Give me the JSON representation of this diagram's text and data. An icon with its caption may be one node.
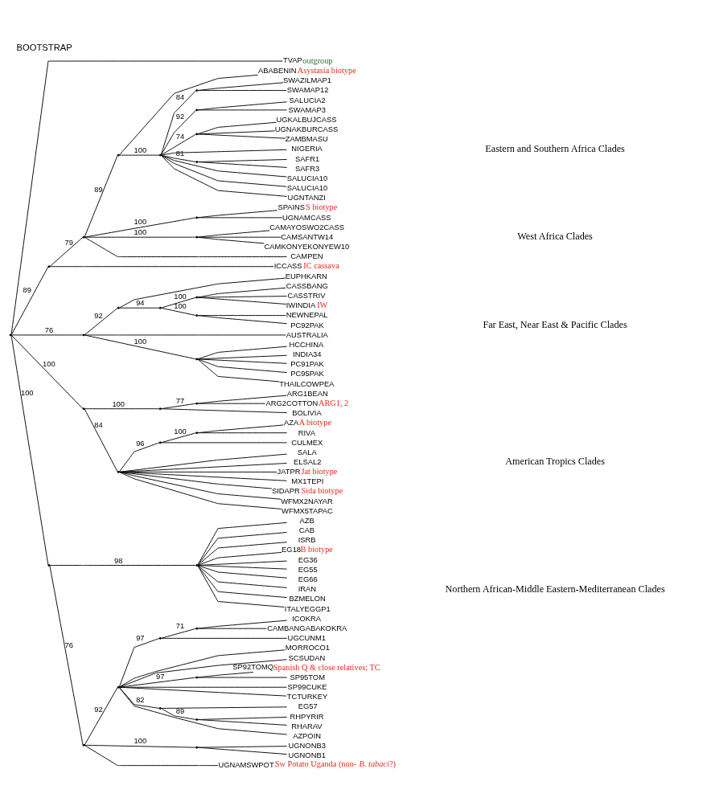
{
  "diagram": {
    "title": "BOOTSTRAP",
    "nodes": [
      {
        "text": [],
        "shape": "point"
      },
      {
        "text": [
          "TVAP"
        ],
        "beside": [
          "outgroup"
        ]
      },
      {
        "text": [],
        "shape": "point"
      },
      {
        "text": [],
        "shape": "point"
      },
      {
        "text": [],
        "shape": "point"
      },
      {
        "text": [
          "ABABENIN"
        ],
        "beside": [
          "Asystasia biotype"
        ]
      },
      {
        "text": [],
        "shape": "point"
      },
      {
        "text": [],
        "shape": "point"
      },
      {
        "text": [
          "SWAZILMAP1"
        ]
      },
      {
        "text": [
          "SWAMAP12"
        ]
      },
      {
        "text": [],
        "shape": "point"
      },
      {
        "text": [
          "SALUCIA2"
        ]
      },
      {
        "text": [
          "SWAMAP3"
        ]
      },
      {
        "text": [],
        "shape": "point"
      },
      {
        "text": [
          "UGKALBUJCASS"
        ]
      },
      {
        "text": [
          "UGNAKBURCASS"
        ]
      },
      {
        "text": [
          "ZAMBMASU"
        ]
      },
      {
        "text": [
          "NIGERIA"
        ]
      },
      {
        "text": [],
        "shape": "point"
      },
      {
        "text": [
          "SAFR1"
        ]
      },
      {
        "text": [
          "SAFR3"
        ]
      },
      {
        "text": [
          "SALUCIA10"
        ]
      },
      {
        "text": [
          "SALUCIA10"
        ]
      },
      {
        "text": [
          "UGNTANZI"
        ]
      },
      {
        "text": [],
        "shape": "point"
      },
      {
        "text": [
          "SPAINS"
        ],
        "beside": [
          "S biotype"
        ]
      },
      {
        "text": [
          "UGNAMCASS"
        ]
      },
      {
        "text": [],
        "shape": "point"
      },
      {
        "text": [
          "CAMAYOSWO2CASS"
        ]
      },
      {
        "text": [
          "CAMSANTW14"
        ]
      },
      {
        "text": [
          "CAMKONYEKONYEW10"
        ]
      },
      {
        "text": [
          "CAMPEN"
        ]
      },
      {
        "text": [
          "ICCASS"
        ],
        "beside": [
          "IC cassava"
        ]
      },
      {
        "text": [],
        "shape": "point"
      },
      {
        "text": [],
        "shape": "point"
      },
      {
        "text": [
          "EUPHKARN"
        ]
      },
      {
        "text": [],
        "shape": "point"
      },
      {
        "text": [],
        "shape": "point"
      },
      {
        "text": [
          "CASSBANG"
        ]
      },
      {
        "text": [
          "CASSTRIV"
        ]
      },
      {
        "text": [
          "IWINDIA"
        ],
        "beside": [
          "IW"
        ]
      },
      {
        "text": [],
        "shape": "point"
      },
      {
        "text": [
          "NEWNEPAL"
        ]
      },
      {
        "text": [
          "PC92PAK"
        ]
      },
      {
        "text": [
          "AUSTRALIA"
        ]
      },
      {
        "text": [],
        "shape": "point"
      },
      {
        "text": [
          "HCCHINA"
        ]
      },
      {
        "text": [
          "INDIA34"
        ]
      },
      {
        "text": [
          "PC91PAK"
        ]
      },
      {
        "text": [
          "PC95PAK"
        ]
      },
      {
        "text": [
          "THAILCOWPEA"
        ]
      },
      {
        "text": [],
        "shape": "point"
      },
      {
        "text": [],
        "shape": "point"
      },
      {
        "text": [],
        "shape": "point"
      },
      {
        "text": [
          "ARG1BEAN"
        ]
      },
      {
        "text": [
          "ARG2COTTON"
        ],
        "beside": [
          "ARG1, 2"
        ]
      },
      {
        "text": [
          "BOLIVIA"
        ]
      },
      {
        "text": [],
        "shape": "point"
      },
      {
        "text": [],
        "shape": "point"
      },
      {
        "text": [],
        "shape": "point"
      },
      {
        "text": [
          "AZA"
        ],
        "beside": [
          "A biotype"
        ]
      },
      {
        "text": [
          "RIVA"
        ]
      },
      {
        "text": [
          "CULMEX"
        ]
      },
      {
        "text": [
          "SALA"
        ]
      },
      {
        "text": [
          "ELSAL2"
        ]
      },
      {
        "text": [
          "JATPR"
        ],
        "beside": [
          "Jat biotype"
        ]
      },
      {
        "text": [
          "MX1TEPI"
        ]
      },
      {
        "text": [
          "SIDAPR"
        ],
        "beside": [
          "Sida biotype"
        ]
      },
      {
        "text": [
          "WFMX2NAYAR"
        ]
      },
      {
        "text": [
          "WFMX5TAPAC"
        ]
      },
      {
        "text": [],
        "shape": "point"
      },
      {
        "text": [],
        "shape": "point"
      },
      {
        "text": [
          "AZB"
        ]
      },
      {
        "text": [
          "CAB"
        ]
      },
      {
        "text": [
          "ISRB"
        ]
      },
      {
        "text": [
          "EG18"
        ],
        "beside": [
          "B biotype"
        ]
      },
      {
        "text": [
          "EG36"
        ]
      },
      {
        "text": [
          "EG55"
        ]
      },
      {
        "text": [
          "EG66"
        ]
      },
      {
        "text": [
          "IRAN"
        ]
      },
      {
        "text": [
          "BZMELON"
        ]
      },
      {
        "text": [
          "ITALYEGGP1"
        ]
      },
      {
        "text": [],
        "shape": "point"
      },
      {
        "text": [],
        "shape": "point"
      },
      {
        "text": [],
        "shape": "point"
      },
      {
        "text": [],
        "shape": "point"
      },
      {
        "text": [
          "ICOKRA"
        ]
      },
      {
        "text": [
          "CAMBANGABAKOKRA"
        ]
      },
      {
        "text": [
          "UGCUNM1"
        ]
      },
      {
        "text": [
          "MORROCO1"
        ]
      },
      {
        "text": [
          "SCSUDAN"
        ]
      },
      {
        "text": [],
        "shape": "point"
      },
      {
        "text": [
          "SP92TOMQ"
        ],
        "beside": [
          "Spanish Q & close relatives; TC"
        ]
      },
      {
        "text": [
          "SP95TOM"
        ]
      },
      {
        "text": [
          "SP99CUKE"
        ]
      },
      {
        "text": [
          "TCTURKEY"
        ]
      },
      {
        "text": [],
        "shape": "point"
      },
      {
        "text": [
          "EG57"
        ]
      },
      {
        "text": [],
        "shape": "point"
      },
      {
        "text": [
          "RHPYRIR"
        ]
      },
      {
        "text": [
          "RHARAV"
        ]
      },
      {
        "text": [
          "AZPOIN"
        ]
      },
      {
        "text": [],
        "shape": "point"
      },
      {
        "text": [
          "UGNONB3"
        ]
      },
      {
        "text": [
          "UGNONB1"
        ]
      },
      {
        "text": [
          "UGNAMSWPOT"
        ],
        "beside": [
          "Sw Potato Uganda (non- *B. tabaci*?)"
        ]
      }
    ],
    "edges": [
      {
        "from": 0,
        "to": 1,
        "arrow": "none"
      },
      {
        "from": 0,
        "to": 2,
        "arrow": "none",
        "label": "89"
      },
      {
        "from": 0,
        "to": 33,
        "arrow": "none",
        "label": "76"
      },
      {
        "from": 0,
        "to": 51,
        "arrow": "none",
        "label": "100"
      },
      {
        "from": 0,
        "to": 70,
        "arrow": "none",
        "label": "100"
      },
      {
        "from": 2,
        "to": 3,
        "arrow": "none",
        "label": "79"
      },
      {
        "from": 2,
        "to": 32,
        "arrow": "none"
      },
      {
        "from": 3,
        "to": 4,
        "arrow": "none",
        "label": "89"
      },
      {
        "from": 3,
        "to": 24,
        "arrow": "none",
        "label": "100"
      },
      {
        "from": 3,
        "to": 27,
        "arrow": "none",
        "label": "100"
      },
      {
        "from": 3,
        "to": 31,
        "arrow": "none"
      },
      {
        "from": 4,
        "to": 5,
        "arrow": "none"
      },
      {
        "from": 4,
        "to": 6,
        "arrow": "none",
        "label": "100"
      },
      {
        "from": 6,
        "to": 7,
        "arrow": "none",
        "label": "84"
      },
      {
        "from": 6,
        "to": 10,
        "arrow": "none",
        "label": "92"
      },
      {
        "from": 6,
        "to": 13,
        "arrow": "none",
        "label": "74"
      },
      {
        "from": 6,
        "to": 17,
        "arrow": "none"
      },
      {
        "from": 6,
        "to": 18,
        "arrow": "none",
        "label": "81"
      },
      {
        "from": 6,
        "to": 21,
        "arrow": "none"
      },
      {
        "from": 6,
        "to": 22,
        "arrow": "none"
      },
      {
        "from": 6,
        "to": 23,
        "arrow": "none"
      },
      {
        "from": 7,
        "to": 8,
        "arrow": "none"
      },
      {
        "from": 7,
        "to": 9,
        "arrow": "none"
      },
      {
        "from": 10,
        "to": 11,
        "arrow": "none"
      },
      {
        "from": 10,
        "to": 12,
        "arrow": "none"
      },
      {
        "from": 13,
        "to": 14,
        "arrow": "none"
      },
      {
        "from": 13,
        "to": 15,
        "arrow": "none"
      },
      {
        "from": 13,
        "to": 16,
        "arrow": "none"
      },
      {
        "from": 18,
        "to": 19,
        "arrow": "none"
      },
      {
        "from": 18,
        "to": 20,
        "arrow": "none"
      },
      {
        "from": 24,
        "to": 25,
        "arrow": "none"
      },
      {
        "from": 24,
        "to": 26,
        "arrow": "none"
      },
      {
        "from": 27,
        "to": 28,
        "arrow": "none"
      },
      {
        "from": 27,
        "to": 29,
        "arrow": "none"
      },
      {
        "from": 27,
        "to": 30,
        "arrow": "none"
      },
      {
        "from": 33,
        "to": 34,
        "arrow": "none",
        "label": "92"
      },
      {
        "from": 33,
        "to": 44,
        "arrow": "none"
      },
      {
        "from": 33,
        "to": 45,
        "arrow": "none",
        "label": "100"
      },
      {
        "from": 34,
        "to": 35,
        "arrow": "none"
      },
      {
        "from": 34,
        "to": 36,
        "arrow": "none",
        "label": "94"
      },
      {
        "from": 36,
        "to": 37,
        "arrow": "none",
        "label": "100"
      },
      {
        "from": 36,
        "to": 41,
        "arrow": "none",
        "label": "100"
      },
      {
        "from": 37,
        "to": 38,
        "arrow": "none"
      },
      {
        "from": 37,
        "to": 39,
        "arrow": "none"
      },
      {
        "from": 37,
        "to": 40,
        "arrow": "none"
      },
      {
        "from": 41,
        "to": 42,
        "arrow": "none"
      },
      {
        "from": 41,
        "to": 43,
        "arrow": "none"
      },
      {
        "from": 45,
        "to": 46,
        "arrow": "none"
      },
      {
        "from": 45,
        "to": 47,
        "arrow": "none"
      },
      {
        "from": 45,
        "to": 48,
        "arrow": "none"
      },
      {
        "from": 45,
        "to": 49,
        "arrow": "none"
      },
      {
        "from": 45,
        "to": 50,
        "arrow": "none"
      },
      {
        "from": 51,
        "to": 52,
        "arrow": "none",
        "label": "100"
      },
      {
        "from": 51,
        "to": 57,
        "arrow": "none",
        "label": "84"
      },
      {
        "from": 52,
        "to": 53,
        "arrow": "none",
        "label": "77"
      },
      {
        "from": 52,
        "to": 56,
        "arrow": "none"
      },
      {
        "from": 53,
        "to": 54,
        "arrow": "none"
      },
      {
        "from": 53,
        "to": 55,
        "arrow": "none"
      },
      {
        "from": 57,
        "to": 58,
        "arrow": "none",
        "label": "96"
      },
      {
        "from": 57,
        "to": 63,
        "arrow": "none"
      },
      {
        "from": 57,
        "to": 64,
        "arrow": "none"
      },
      {
        "from": 57,
        "to": 65,
        "arrow": "none"
      },
      {
        "from": 57,
        "to": 66,
        "arrow": "none"
      },
      {
        "from": 57,
        "to": 67,
        "arrow": "none"
      },
      {
        "from": 57,
        "to": 68,
        "arrow": "none"
      },
      {
        "from": 57,
        "to": 69,
        "arrow": "none"
      },
      {
        "from": 58,
        "to": 59,
        "arrow": "none",
        "label": "100"
      },
      {
        "from": 58,
        "to": 62,
        "arrow": "none"
      },
      {
        "from": 59,
        "to": 60,
        "arrow": "none"
      },
      {
        "from": 59,
        "to": 61,
        "arrow": "none"
      },
      {
        "from": 70,
        "to": 71,
        "arrow": "none",
        "label": "98"
      },
      {
        "from": 70,
        "to": 82,
        "arrow": "none",
        "label": "76"
      },
      {
        "from": 71,
        "to": 72,
        "arrow": "none"
      },
      {
        "from": 71,
        "to": 73,
        "arrow": "none"
      },
      {
        "from": 71,
        "to": 74,
        "arrow": "none"
      },
      {
        "from": 71,
        "to": 75,
        "arrow": "none"
      },
      {
        "from": 71,
        "to": 76,
        "arrow": "none"
      },
      {
        "from": 71,
        "to": 77,
        "arrow": "none"
      },
      {
        "from": 71,
        "to": 78,
        "arrow": "none"
      },
      {
        "from": 71,
        "to": 79,
        "arrow": "none"
      },
      {
        "from": 71,
        "to": 80,
        "arrow": "none"
      },
      {
        "from": 71,
        "to": 81,
        "arrow": "none"
      },
      {
        "from": 82,
        "to": 83,
        "arrow": "none",
        "label": "92"
      },
      {
        "from": 82,
        "to": 102,
        "arrow": "none",
        "label": "100"
      },
      {
        "from": 82,
        "to": 105,
        "arrow": "none"
      },
      {
        "from": 83,
        "to": 84,
        "arrow": "none",
        "label": "97"
      },
      {
        "from": 83,
        "to": 89,
        "arrow": "none"
      },
      {
        "from": 83,
        "to": 90,
        "arrow": "none"
      },
      {
        "from": 83,
        "to": 91,
        "arrow": "none",
        "label": "97"
      },
      {
        "from": 83,
        "to": 94,
        "arrow": "none"
      },
      {
        "from": 83,
        "to": 95,
        "arrow": "none"
      },
      {
        "from": 83,
        "to": 96,
        "arrow": "none",
        "label": "82"
      },
      {
        "from": 83,
        "to": 101,
        "arrow": "none"
      },
      {
        "from": 84,
        "to": 85,
        "arrow": "none",
        "label": "71"
      },
      {
        "from": 84,
        "to": 88,
        "arrow": "none"
      },
      {
        "from": 85,
        "to": 86,
        "arrow": "none"
      },
      {
        "from": 85,
        "to": 87,
        "arrow": "none"
      },
      {
        "from": 91,
        "to": 92,
        "arrow": "none"
      },
      {
        "from": 91,
        "to": 93,
        "arrow": "none"
      },
      {
        "from": 96,
        "to": 97,
        "arrow": "none"
      },
      {
        "from": 96,
        "to": 98,
        "arrow": "none",
        "label": "89"
      },
      {
        "from": 98,
        "to": 99,
        "arrow": "none"
      },
      {
        "from": 98,
        "to": 100,
        "arrow": "none"
      },
      {
        "from": 102,
        "to": 103,
        "arrow": "none"
      },
      {
        "from": 102,
        "to": 104,
        "arrow": "none"
      }
    ],
    "labels": [
      "Eastern and Southern Africa Clades",
      "West Africa Clades",
      "Far East, Near East & Pacific Clades",
      "American Tropics Clades",
      "Northern African-Middle Eastern-Mediterranean Clades"
    ]
  }
}
